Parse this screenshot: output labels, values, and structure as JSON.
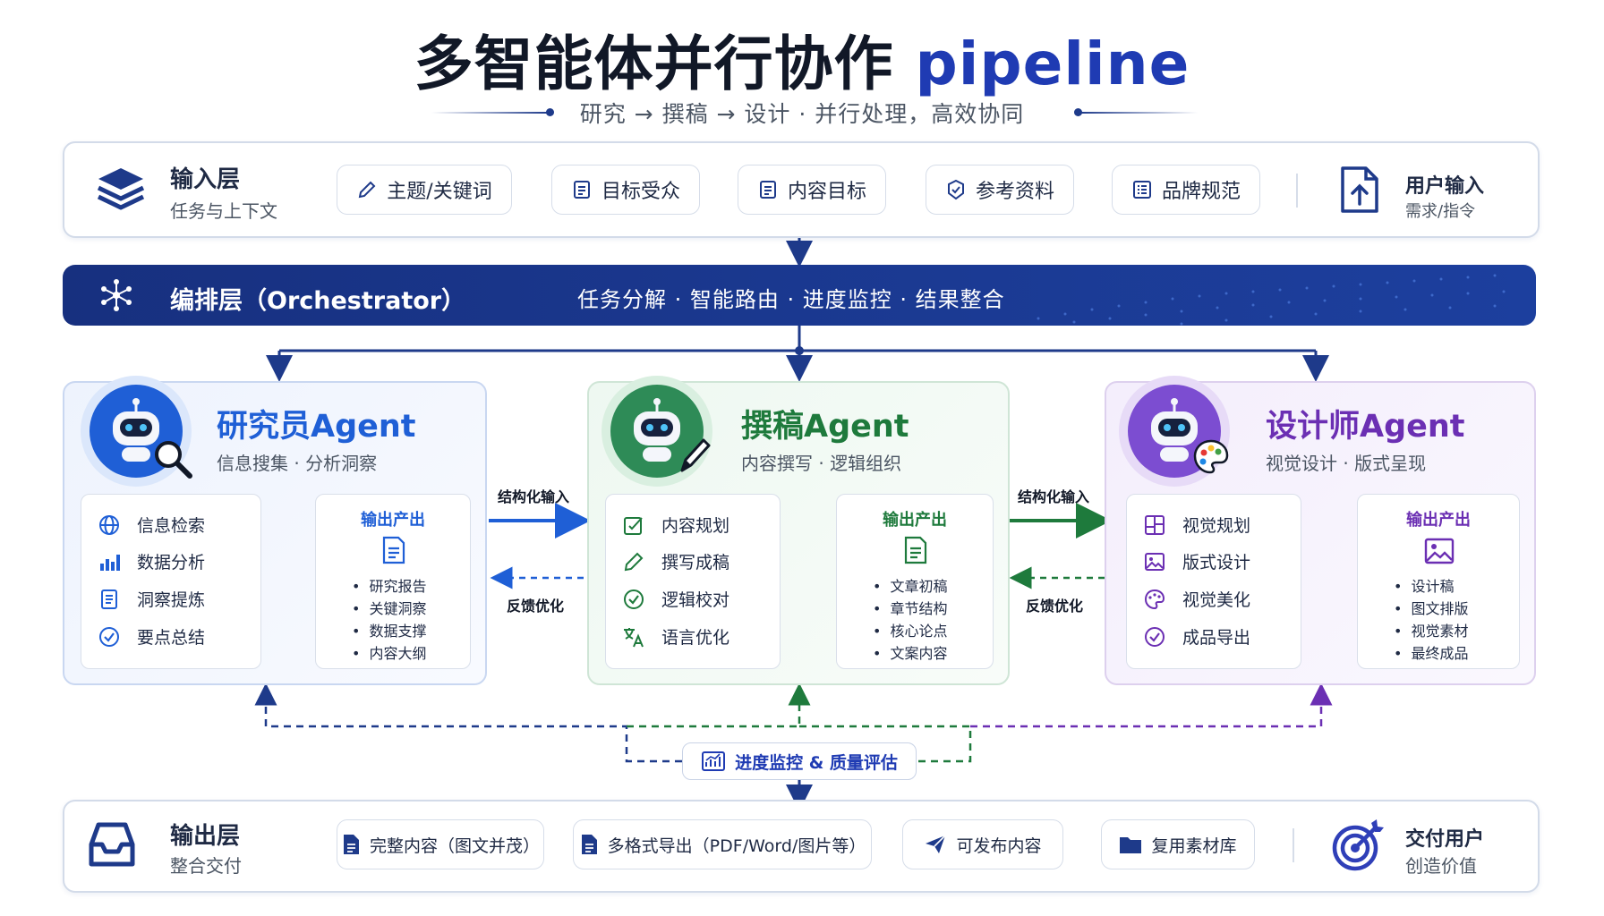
{
  "header": {
    "title_main": "多智能体并行协作",
    "title_accent": "pipeline",
    "subtitle": "研究 → 撰稿 → 设计 · 并行处理，高效协同"
  },
  "input_layer": {
    "title": "输入层",
    "subtitle": "任务与上下文",
    "chips": [
      {
        "label": "主题/关键词",
        "icon": "pencil-icon"
      },
      {
        "label": "目标受众",
        "icon": "document-icon"
      },
      {
        "label": "内容目标",
        "icon": "document-icon"
      },
      {
        "label": "参考资料",
        "icon": "badge-icon"
      },
      {
        "label": "品牌规范",
        "icon": "checklist-icon"
      }
    ],
    "user_title": "用户输入",
    "user_sub": "需求/指令"
  },
  "orchestrator": {
    "title": "编排层（Orchestrator）",
    "items": "任务分解 · 智能路由 · 进度监控 · 结果整合"
  },
  "agents": [
    {
      "name": "研究员Agent",
      "subtitle": "信息搜集 · 分析洞察",
      "color": "#1f5fd6",
      "tasks": [
        "信息检索",
        "数据分析",
        "洞察提炼",
        "要点总结"
      ],
      "output_title": "输出产出",
      "outputs": [
        "研究报告",
        "关键洞察",
        "数据支撑",
        "内容大纲"
      ]
    },
    {
      "name": "撰稿Agent",
      "subtitle": "内容撰写 · 逻辑组织",
      "color": "#1e7a3c",
      "tasks": [
        "内容规划",
        "撰写成稿",
        "逻辑校对",
        "语言优化"
      ],
      "output_title": "输出产出",
      "outputs": [
        "文章初稿",
        "章节结构",
        "核心论点",
        "文案内容"
      ]
    },
    {
      "name": "设计师Agent",
      "subtitle": "视觉设计 · 版式呈现",
      "color": "#6b2fb3",
      "tasks": [
        "视觉规划",
        "版式设计",
        "视觉美化",
        "成品导出"
      ],
      "output_title": "输出产出",
      "outputs": [
        "设计稿",
        "图文排版",
        "视觉素材",
        "最终成品"
      ]
    }
  ],
  "flows": {
    "structured_input": "结构化输入",
    "feedback": "反馈优化"
  },
  "monitor": "进度监控 & 质量评估",
  "output_layer": {
    "title": "输出层",
    "subtitle": "整合交付",
    "chips": [
      {
        "label": "完整内容（图文并茂）",
        "icon": "file-icon"
      },
      {
        "label": "多格式导出（PDF/Word/图片等）",
        "icon": "file-icon"
      },
      {
        "label": "可发布内容",
        "icon": "send-icon"
      },
      {
        "label": "复用素材库",
        "icon": "folder-icon"
      }
    ],
    "deliver_title": "交付用户",
    "deliver_sub": "创造价值"
  }
}
